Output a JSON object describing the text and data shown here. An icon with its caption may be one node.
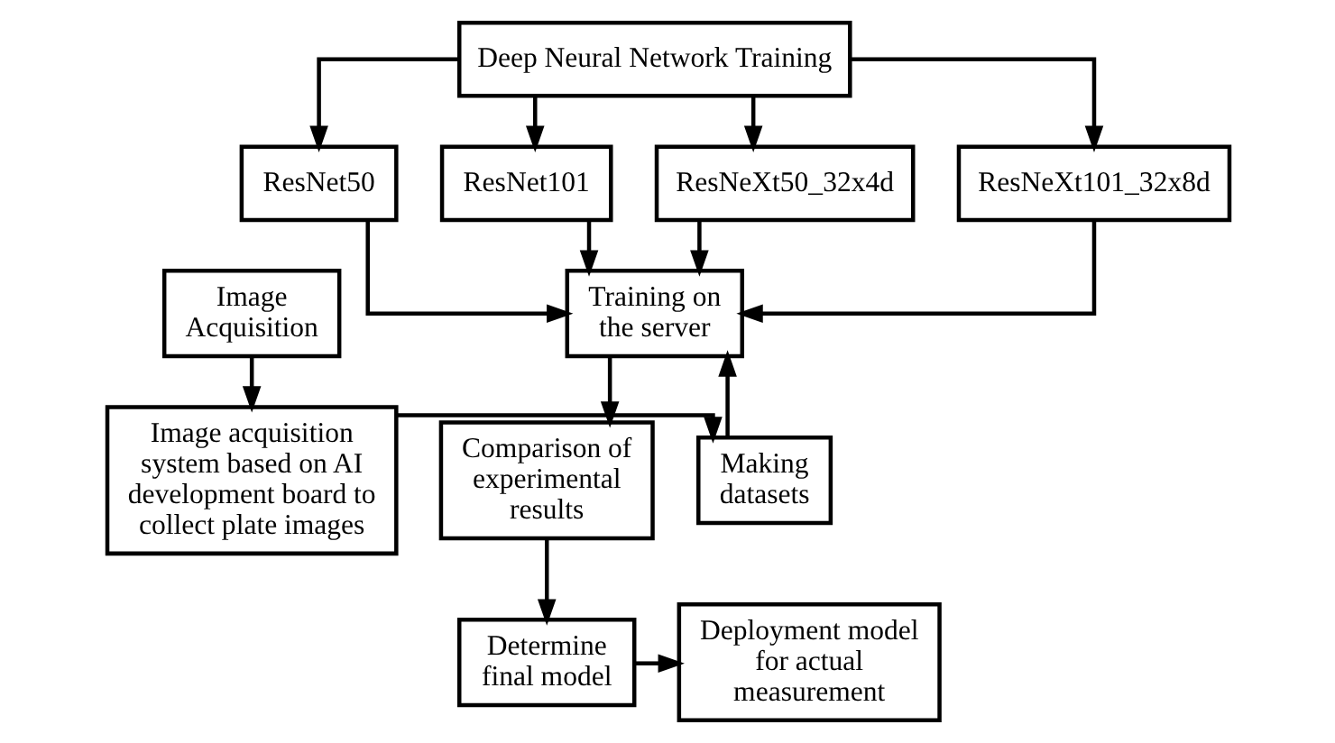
{
  "diagram": {
    "nodes": [
      {
        "text": [
          "Deep Neural Network Training"
        ]
      },
      {
        "text": [
          "ResNet50"
        ]
      },
      {
        "text": [
          "ResNet101"
        ]
      },
      {
        "text": [
          "ResNeXt50_32x4d"
        ]
      },
      {
        "text": [
          "ResNeXt101_32x8d"
        ]
      },
      {
        "text": [
          "Image Acquisition"
        ]
      },
      {
        "text": [
          "Image acquisition system based on AI development board to collect plate images"
        ]
      },
      {
        "text": [
          "Making datasets"
        ]
      },
      {
        "text": [
          "Training on the server"
        ]
      },
      {
        "text": [
          "Comparison of experimental results"
        ]
      },
      {
        "text": [
          "Determine final model"
        ]
      },
      {
        "text": [
          "Deployment model for actual measurement"
        ]
      }
    ],
    "edges": [
      {
        "from": 0,
        "to": 1,
        "arrow": "to"
      },
      {
        "from": 0,
        "to": 2,
        "arrow": "to"
      },
      {
        "from": 0,
        "to": 3,
        "arrow": "to"
      },
      {
        "from": 0,
        "to": 4,
        "arrow": "to"
      },
      {
        "from": 1,
        "to": 8,
        "arrow": "to"
      },
      {
        "from": 2,
        "to": 8,
        "arrow": "to"
      },
      {
        "from": 3,
        "to": 8,
        "arrow": "to"
      },
      {
        "from": 4,
        "to": 8,
        "arrow": "to"
      },
      {
        "from": 5,
        "to": 6,
        "arrow": "to"
      },
      {
        "from": 6,
        "to": 7,
        "arrow": "to"
      },
      {
        "from": 7,
        "to": 8,
        "arrow": "to"
      },
      {
        "from": 8,
        "to": 9,
        "arrow": "to"
      },
      {
        "from": 9,
        "to": 10,
        "arrow": "to"
      },
      {
        "from": 10,
        "to": 11,
        "arrow": "to"
      }
    ]
  }
}
